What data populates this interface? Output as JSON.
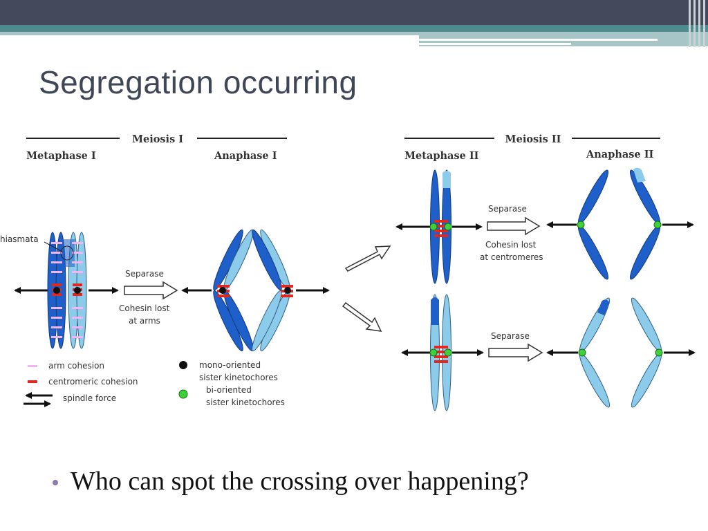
{
  "slide": {
    "title": "Segregation occurring",
    "bullet": "Who can spot the crossing over happening?"
  },
  "diagram": {
    "meiosis1_label": "Meiosis I",
    "meiosis2_label": "Meiosis II",
    "metaphase1_label": "Metaphase I",
    "anaphase1_label": "Anaphase I",
    "metaphase2_label": "Metaphase II",
    "anaphase2_label": "Anaphase II",
    "chiasmata_label": "hiasmata",
    "separase_label": "Separase",
    "cohesin_arms_line1": "Cohesin lost",
    "cohesin_arms_line2": "at arms",
    "cohesin_centromeres_line1": "Cohesin lost",
    "cohesin_centromeres_line2": "at centromeres",
    "legend": {
      "arm_cohesion": "arm cohesion",
      "centromeric_cohesion": "centromeric cohesion",
      "spindle_force": "spindle force",
      "mono_line1": "mono-oriented",
      "mono_line2": "sister kinetochores",
      "bi_line1": "bi-oriented",
      "bi_line2": "sister kinetochores"
    }
  },
  "colors": {
    "header_dark": "#444a5c",
    "header_teal": "#4f8a8c",
    "header_light_teal": "#a7c5c7",
    "dark_blue": "#1f5fc9",
    "light_blue": "#8ccbe9",
    "cohesion_red": "#e2281e",
    "arm_cohesion_pink": "#f3b5f1",
    "kinetochore_green": "#3fd13a",
    "bullet_purple": "#8c7aa8"
  }
}
